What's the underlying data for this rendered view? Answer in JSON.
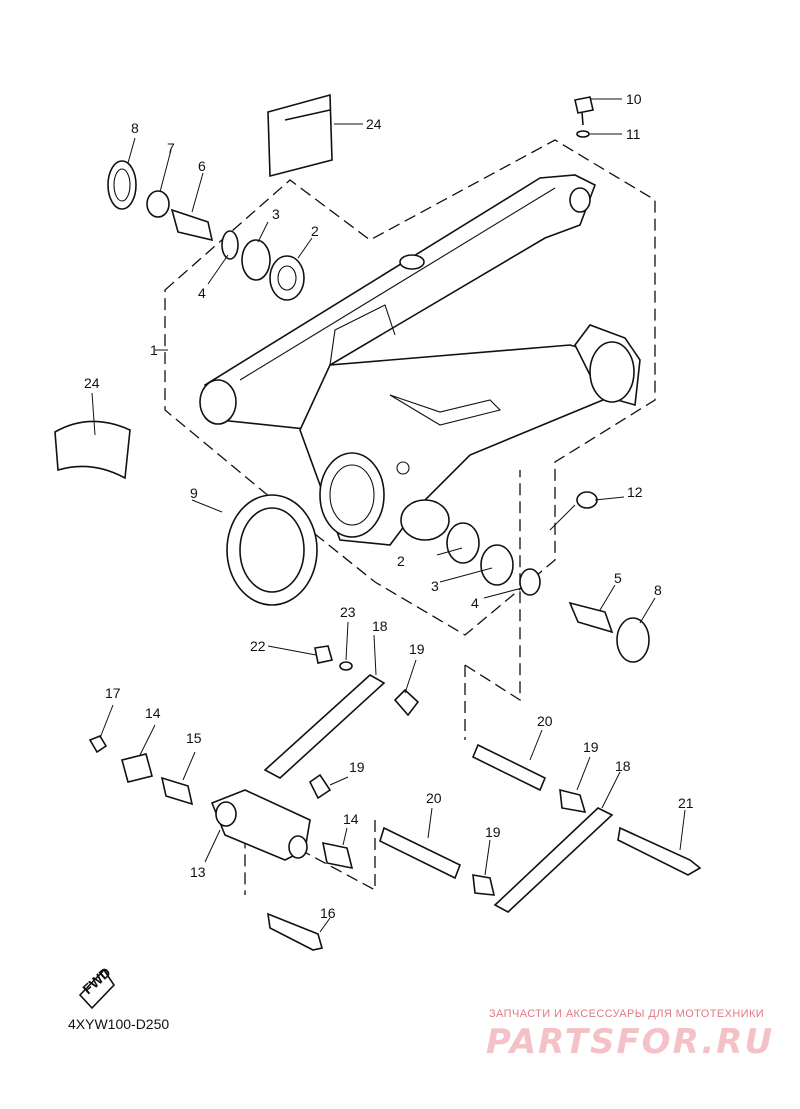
{
  "diagram": {
    "callouts": [
      "1",
      "2",
      "2",
      "3",
      "3",
      "4",
      "4",
      "5",
      "6",
      "7",
      "8",
      "8",
      "9",
      "10",
      "11",
      "12",
      "13",
      "14",
      "14",
      "15",
      "16",
      "17",
      "18",
      "18",
      "19",
      "19",
      "19",
      "19",
      "20",
      "20",
      "21",
      "22",
      "23",
      "24",
      "24"
    ],
    "fwd_label": "FWD",
    "diagram_code": "4XYW100-D250"
  },
  "watermark": {
    "tagline": "ЗАПЧАСТИ И АКСЕССУАРЫ ДЛЯ МОТОТЕХНИКИ",
    "brand": "PARTSFOR.RU"
  },
  "colors": {
    "line": "#111111",
    "watermark_text": "#e07a84",
    "watermark_brand": "#f4c1c6"
  }
}
